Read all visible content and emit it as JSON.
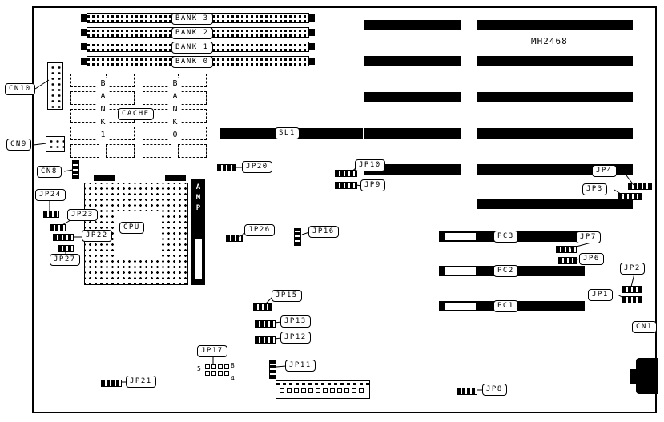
{
  "board": {
    "model": "MH2468"
  },
  "memory": {
    "banks": [
      "BANK 3",
      "BANK 2",
      "BANK 1",
      "BANK 0"
    ]
  },
  "cache": {
    "title": "CACHE",
    "bank1": "BANK1",
    "bank0": "BANK0"
  },
  "cpu": {
    "label": "CPU",
    "amp_label": "AMP"
  },
  "slots": {
    "sl1": "SL1",
    "pc3": "PC3",
    "pc2": "PC2",
    "pc1": "PC1"
  },
  "connectors": {
    "cn10": "CN10",
    "cn9": "CN9",
    "cn8": "CN8",
    "cn1": "CN1"
  },
  "jumpers": {
    "jp1": "JP1",
    "jp2": "JP2",
    "jp3": "JP3",
    "jp4": "JP4",
    "jp6": "JP6",
    "jp7": "JP7",
    "jp8": "JP8",
    "jp9": "JP9",
    "jp10": "JP10",
    "jp11": "JP11",
    "jp12": "JP12",
    "jp13": "JP13",
    "jp15": "JP15",
    "jp16": "JP16",
    "jp17": "JP17",
    "jp20": "JP20",
    "jp21": "JP21",
    "jp22": "JP22",
    "jp23": "JP23",
    "jp24": "JP24",
    "jp26": "JP26",
    "jp27": "JP27"
  },
  "jp17_pins": {
    "pin5": "5",
    "pin8": "8",
    "pin4": "4"
  }
}
